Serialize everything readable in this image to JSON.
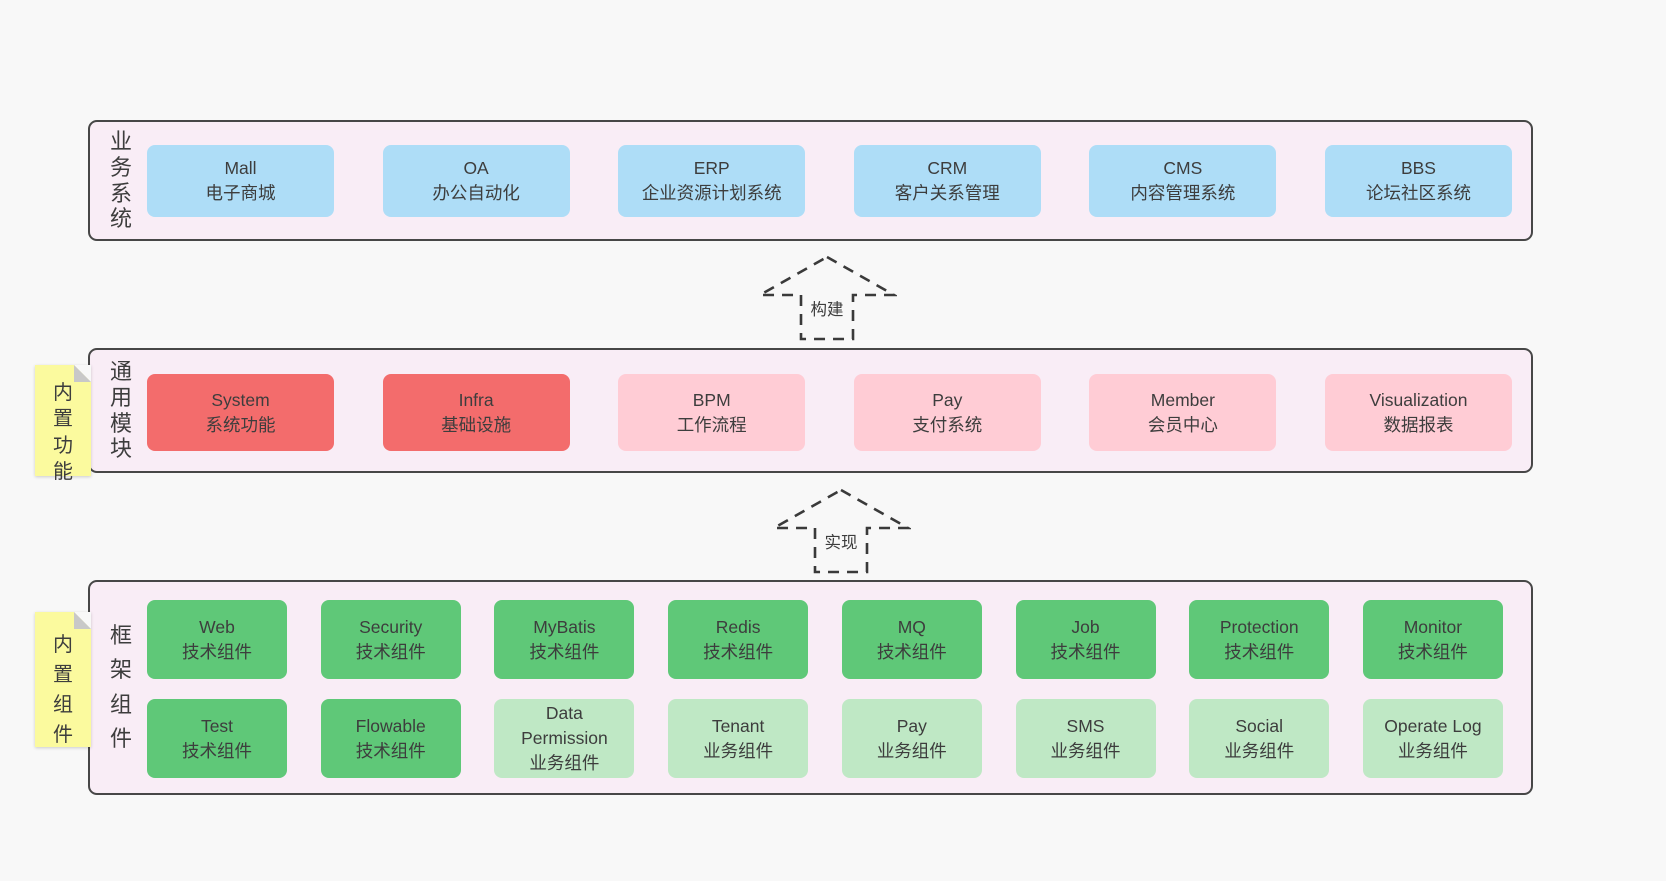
{
  "colors": {
    "page_bg": "#f8f8f8",
    "panel_bg": "#f9edf6",
    "panel_border": "#474747",
    "blue": "#aeddf7",
    "red": "#f36c6c",
    "pink": "#ffccd5",
    "green_dark": "#5fc878",
    "green_light": "#bfe8c5",
    "sticky_yellow": "#fbfa9e",
    "sticky_fold": "#c8c8c8",
    "text": "#3d3d3d"
  },
  "arrows": {
    "build": "构建",
    "implement": "实现"
  },
  "sections": {
    "business": {
      "label": "业务系统",
      "boxes": [
        {
          "en": "Mall",
          "zh": "电子商城"
        },
        {
          "en": "OA",
          "zh": "办公自动化"
        },
        {
          "en": "ERP",
          "zh": "企业资源计划系统"
        },
        {
          "en": "CRM",
          "zh": "客户关系管理"
        },
        {
          "en": "CMS",
          "zh": "内容管理系统"
        },
        {
          "en": "BBS",
          "zh": "论坛社区系统"
        }
      ]
    },
    "modules": {
      "sticky": "内置功能",
      "label": "通用模块",
      "boxes": [
        {
          "en": "System",
          "zh": "系统功能",
          "variant": "red"
        },
        {
          "en": "Infra",
          "zh": "基础设施",
          "variant": "red"
        },
        {
          "en": "BPM",
          "zh": "工作流程",
          "variant": "pink"
        },
        {
          "en": "Pay",
          "zh": "支付系统",
          "variant": "pink"
        },
        {
          "en": "Member",
          "zh": "会员中心",
          "variant": "pink"
        },
        {
          "en": "Visualization",
          "zh": "数据报表",
          "variant": "pink"
        }
      ]
    },
    "components": {
      "sticky": "内置组件",
      "label": "框架组件",
      "row1": [
        {
          "en": "Web",
          "zh": "技术组件",
          "variant": "green-dark"
        },
        {
          "en": "Security",
          "zh": "技术组件",
          "variant": "green-dark"
        },
        {
          "en": "MyBatis",
          "zh": "技术组件",
          "variant": "green-dark"
        },
        {
          "en": "Redis",
          "zh": "技术组件",
          "variant": "green-dark"
        },
        {
          "en": "MQ",
          "zh": "技术组件",
          "variant": "green-dark"
        },
        {
          "en": "Job",
          "zh": "技术组件",
          "variant": "green-dark"
        },
        {
          "en": "Protection",
          "zh": "技术组件",
          "variant": "green-dark"
        },
        {
          "en": "Monitor",
          "zh": "技术组件",
          "variant": "green-dark"
        }
      ],
      "row2": [
        {
          "en": "Test",
          "zh": "技术组件",
          "variant": "green-dark"
        },
        {
          "en": "Flowable",
          "zh": "技术组件",
          "variant": "green-dark"
        },
        {
          "en": "Data Permission",
          "zh": "业务组件",
          "variant": "green-light"
        },
        {
          "en": "Tenant",
          "zh": "业务组件",
          "variant": "green-light"
        },
        {
          "en": "Pay",
          "zh": "业务组件",
          "variant": "green-light"
        },
        {
          "en": "SMS",
          "zh": "业务组件",
          "variant": "green-light"
        },
        {
          "en": "Social",
          "zh": "业务组件",
          "variant": "green-light"
        },
        {
          "en": "Operate Log",
          "zh": "业务组件",
          "variant": "green-light"
        }
      ]
    }
  }
}
